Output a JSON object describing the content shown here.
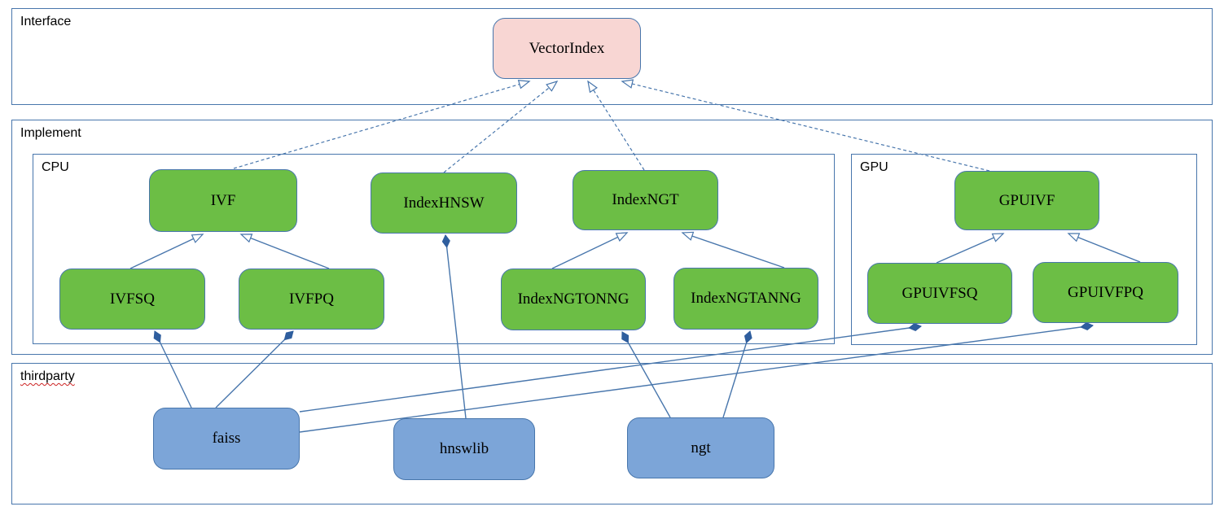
{
  "diagram": {
    "containers": {
      "interface": {
        "label": "Interface"
      },
      "implement": {
        "label": "Implement"
      },
      "cpu": {
        "label": "CPU"
      },
      "gpu": {
        "label": "GPU"
      },
      "thirdparty": {
        "label": "thirdparty"
      }
    },
    "nodes": {
      "vectorindex": {
        "label": "VectorIndex",
        "layer": "interface"
      },
      "ivf": {
        "label": "IVF",
        "layer": "cpu"
      },
      "indexhnsw": {
        "label": "IndexHNSW",
        "layer": "cpu"
      },
      "indexngt": {
        "label": "IndexNGT",
        "layer": "cpu"
      },
      "gpuivf": {
        "label": "GPUIVF",
        "layer": "gpu"
      },
      "ivfsq": {
        "label": "IVFSQ",
        "layer": "cpu"
      },
      "ivfpq": {
        "label": "IVFPQ",
        "layer": "cpu"
      },
      "indexngtonng": {
        "label": "IndexNGTONNG",
        "layer": "cpu"
      },
      "indexngtanng": {
        "label": "IndexNGTANNG",
        "layer": "cpu"
      },
      "gpuivfsq": {
        "label": "GPUIVFSQ",
        "layer": "gpu"
      },
      "gpuivfpq": {
        "label": "GPUIVFPQ",
        "layer": "gpu"
      },
      "faiss": {
        "label": "faiss",
        "layer": "thirdparty"
      },
      "hnswlib": {
        "label": "hnswlib",
        "layer": "thirdparty"
      },
      "ngt": {
        "label": "ngt",
        "layer": "thirdparty"
      }
    },
    "edges": [
      {
        "from": "IVF",
        "to": "VectorIndex",
        "type": "realization-dashed-hollow-arrow"
      },
      {
        "from": "IndexHNSW",
        "to": "VectorIndex",
        "type": "realization-dashed-hollow-arrow"
      },
      {
        "from": "IndexNGT",
        "to": "VectorIndex",
        "type": "realization-dashed-hollow-arrow"
      },
      {
        "from": "GPUIVF",
        "to": "VectorIndex",
        "type": "realization-dashed-hollow-arrow"
      },
      {
        "from": "IVFSQ",
        "to": "IVF",
        "type": "generalization-hollow-arrow"
      },
      {
        "from": "IVFPQ",
        "to": "IVF",
        "type": "generalization-hollow-arrow"
      },
      {
        "from": "IndexNGTONNG",
        "to": "IndexNGT",
        "type": "generalization-hollow-arrow"
      },
      {
        "from": "IndexNGTANNG",
        "to": "IndexNGT",
        "type": "generalization-hollow-arrow"
      },
      {
        "from": "GPUIVFSQ",
        "to": "GPUIVF",
        "type": "generalization-hollow-arrow"
      },
      {
        "from": "GPUIVFPQ",
        "to": "GPUIVF",
        "type": "generalization-hollow-arrow"
      },
      {
        "from": "faiss",
        "to": "IVFSQ",
        "type": "composition-filled-diamond"
      },
      {
        "from": "faiss",
        "to": "IVFPQ",
        "type": "composition-filled-diamond"
      },
      {
        "from": "faiss",
        "to": "GPUIVFSQ",
        "type": "composition-filled-diamond"
      },
      {
        "from": "faiss",
        "to": "GPUIVFPQ",
        "type": "composition-filled-diamond"
      },
      {
        "from": "hnswlib",
        "to": "IndexHNSW",
        "type": "composition-filled-diamond"
      },
      {
        "from": "ngt",
        "to": "IndexNGTONNG",
        "type": "composition-filled-diamond"
      },
      {
        "from": "ngt",
        "to": "IndexNGTANNG",
        "type": "composition-filled-diamond"
      }
    ],
    "colors": {
      "container_border": "#4876AC",
      "edge": "#4876AC",
      "diamond": "#2F5E9E",
      "node_green": "#6CBE45",
      "node_pink": "#F8D6D3",
      "node_blue": "#7CA5D8",
      "misspell": "#CC2222"
    }
  }
}
